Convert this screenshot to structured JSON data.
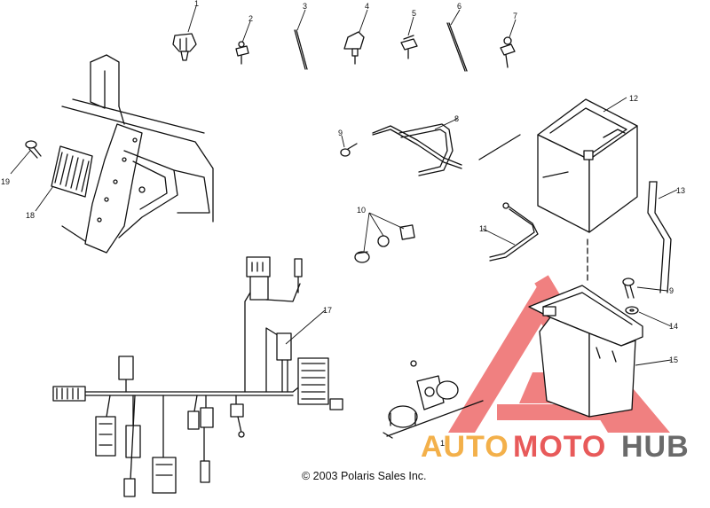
{
  "diagram": {
    "copyright": "© 2003 Polaris Sales Inc.",
    "callouts": [
      "1",
      "2",
      "3",
      "4",
      "5",
      "6",
      "7",
      "8",
      "9",
      "10",
      "11",
      "12",
      "13",
      "14",
      "15",
      "16",
      "17",
      "18",
      "19",
      "9"
    ]
  },
  "watermark": {
    "word_auto": "AUTO",
    "word_moto": "MOTO",
    "word_hub": "HUB",
    "colors": {
      "triangle": "#e85a5a",
      "auto": "#f3b04a",
      "moto": "#e85a5a",
      "hub": "#6a6a6a"
    }
  }
}
